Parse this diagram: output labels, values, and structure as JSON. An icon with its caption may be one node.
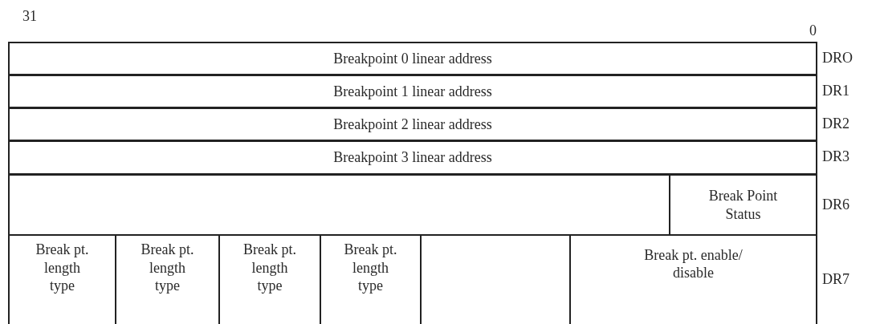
{
  "diagram": {
    "nodes": [
      {
        "text": [
          "Breakpoint 0 linear address"
        ]
      },
      {
        "text": [
          "Breakpoint 1 linear address"
        ]
      },
      {
        "text": [
          "Breakpoint 2 linear address"
        ]
      },
      {
        "text": [
          "Breakpoint 3 linear address"
        ]
      },
      {
        "text": [],
        "shape": "box"
      },
      {
        "text": [
          "Break Point Status"
        ]
      },
      {
        "text": [
          "Break pt. length type"
        ]
      },
      {
        "text": [
          "Break pt. length type"
        ]
      },
      {
        "text": [
          "Break pt. length type"
        ]
      },
      {
        "text": [
          "Break pt. length type"
        ]
      },
      {
        "text": [],
        "shape": "box"
      },
      {
        "text": [
          "Break pt. enable/ disable"
        ]
      }
    ],
    "labels": [
      "31",
      "0",
      "DRO",
      "DR1",
      "DR2",
      "DR3",
      "DR6",
      "DR7"
    ]
  }
}
